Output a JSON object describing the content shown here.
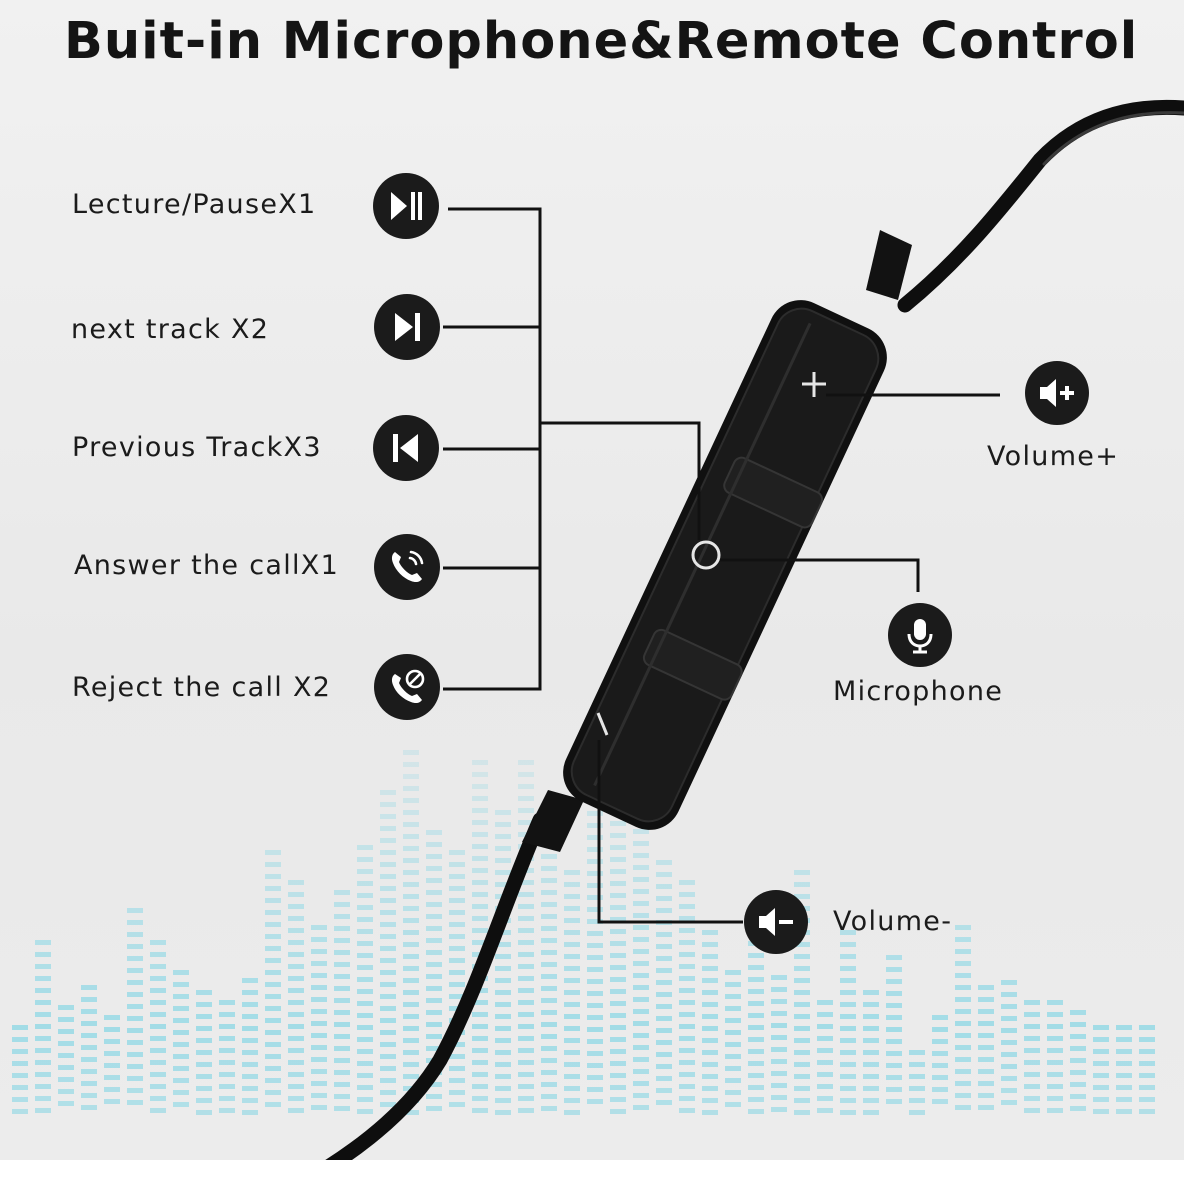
{
  "headline": "Buit-in Microphone&Remote Control",
  "controls": {
    "play_pause": {
      "label": "Lecture/PauseX1",
      "icon": "play-pause-icon"
    },
    "next_track": {
      "label": "next track X2",
      "icon": "next-track-icon"
    },
    "previous_track": {
      "label": "Previous TrackX3",
      "icon": "previous-track-icon"
    },
    "answer_call": {
      "label": "Answer the callX1",
      "icon": "phone-ringing-icon"
    },
    "reject_call": {
      "label": "Reject the call X2",
      "icon": "phone-reject-icon"
    }
  },
  "remote": {
    "volume_up": {
      "label": "Volume+",
      "icon": "speaker-plus-icon"
    },
    "microphone": {
      "label": "Microphone",
      "icon": "microphone-icon"
    },
    "volume_down": {
      "label": "Volume-",
      "icon": "speaker-minus-icon"
    }
  },
  "colors": {
    "ink": "#1b1b1b",
    "equalizer": "#9edbe6",
    "background": "#eeeeee"
  }
}
